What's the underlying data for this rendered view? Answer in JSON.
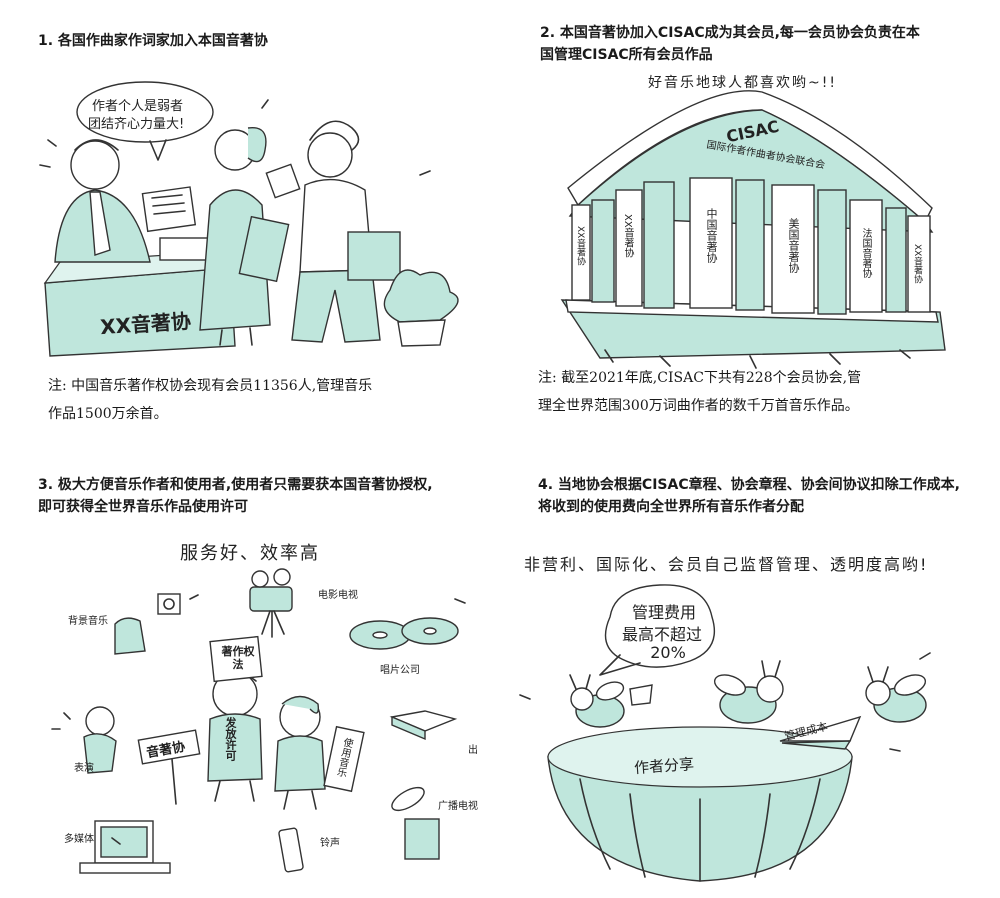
{
  "panel1": {
    "heading": "1. 各国作曲家作词家加入本国音著协",
    "bubble_line1": "作者个人是弱者",
    "bubble_line2": "团结齐心力量大!",
    "desk_label": "XX音著协",
    "note_line1": "注: 中国音乐著作权协会现有会员11356人,管理音乐",
    "note_line2": "作品1500万余首。"
  },
  "panel2": {
    "heading_line1": "2. 本国音著协加入CISAC成为其会员,每一会员协会负责在本",
    "heading_line2": "国管理CISAC所有会员作品",
    "slogan": "好音乐地球人都喜欢哟~!!",
    "building_title": "CISAC",
    "building_subtitle": "国际作者作曲者协会联合会",
    "columns": [
      "XX音著协",
      "XX音著协",
      "中国音著协",
      "美国音著协",
      "法国音著协",
      "XX音著协"
    ],
    "note_line1": "注: 截至2021年底,CISAC下共有228个会员协会,管",
    "note_line2": "理全世界范围300万词曲作者的数千万首音乐作品。"
  },
  "panel3": {
    "heading_line1": "3. 极大方便音乐作者和使用者,使用者只需要获本国音著协授权,",
    "heading_line2": "即可获得全世界音乐作品使用许可",
    "slogan": "服务好、效率高",
    "sign_book": "著作权法",
    "sign_banner": "发放许可",
    "sign_left": "音著协",
    "sign_right": "使用音乐",
    "uses": {
      "bgm": "背景音乐",
      "film": "电影电视",
      "record": "唱片公司",
      "perform": "表演",
      "publish": "出",
      "broadcast": "广播电视",
      "multimedia": "多媒体",
      "ringtone": "铃声"
    }
  },
  "panel4": {
    "heading_line1": "4. 当地协会根据CISAC章程、协会章程、协会间协议扣除工作成本,",
    "heading_line2": "将收到的使用费向全世界所有音乐作者分配",
    "slogan": "非营利、国际化、会员自己监督管理、透明度高哟!",
    "bubble_line1": "管理费用",
    "bubble_line2": "最高不超过",
    "bubble_line3": "20%",
    "slice_label": "管理成本",
    "melon_label": "作者分享"
  },
  "colors": {
    "accent": "#bfe6dc",
    "ink": "#333333"
  }
}
